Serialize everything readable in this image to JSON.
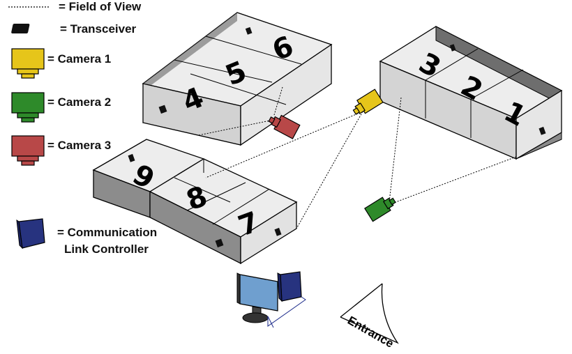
{
  "legend": {
    "field_of_view": "= Field of View",
    "transceiver": "= Transceiver",
    "camera1": "= Camera 1",
    "camera2": "= Camera 2",
    "camera3": "= Camera 3",
    "controller_line1": "= Communication",
    "controller_line2": "Link Controller"
  },
  "cells": {
    "c1": "1",
    "c2": "2",
    "c3": "3",
    "c4": "4",
    "c5": "5",
    "c6": "6",
    "c7": "7",
    "c8": "8",
    "c9": "9"
  },
  "entrance_label": "Entrance",
  "colors": {
    "camera1": "#e6c51a",
    "camera2": "#2e8a2a",
    "camera3": "#b84848",
    "controller": "#27337f",
    "transceiver": "#111111",
    "box_top": "#f2f2f2",
    "box_side": "#cfcfcf",
    "box_inner": "#7a7a7a",
    "monitor_screen": "#6f9fcf"
  }
}
